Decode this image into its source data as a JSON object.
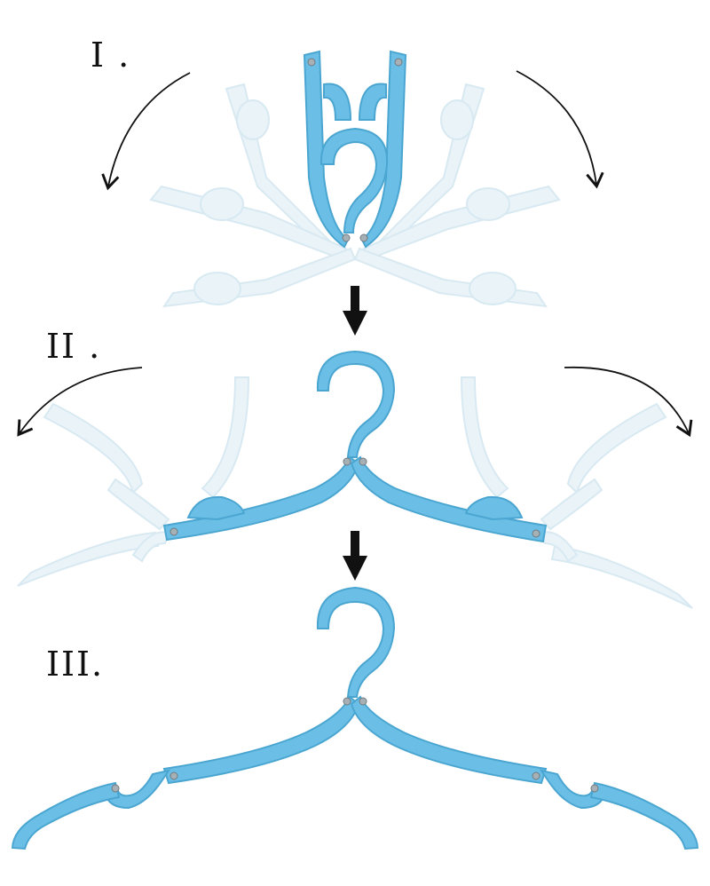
{
  "steps": [
    {
      "label": "I ."
    },
    {
      "label": "II ."
    },
    {
      "label": "III."
    }
  ],
  "colors": {
    "hanger": "#6bbfe6",
    "hanger_edge": "#4aa6d1",
    "hanger_faded": "#e8f3f8",
    "pad": "#5bb5de",
    "rivet": "#9aa3a8",
    "arrow": "#111111",
    "background": "#ffffff"
  },
  "icons": {
    "curved_arrow": "curved-arrow-icon",
    "down_arrow": "down-arrow-icon"
  }
}
